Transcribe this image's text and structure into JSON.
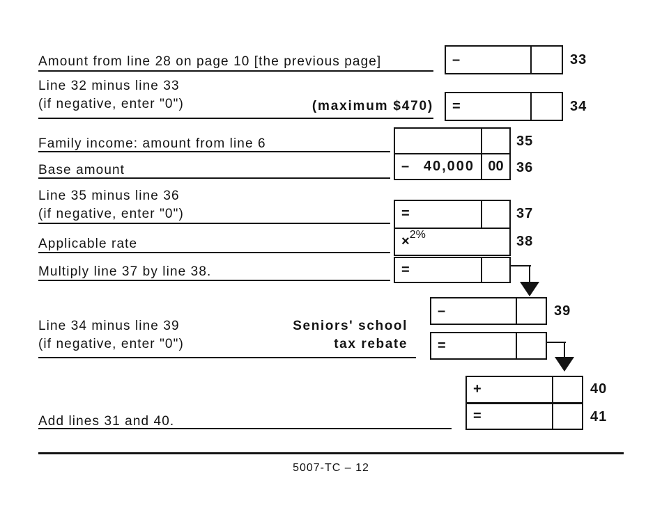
{
  "doc": {
    "footer_text": "5007-TC – 12"
  },
  "lines": {
    "l33": {
      "label": "Amount from line 28 on page 10 [the previous page]",
      "operator": "–",
      "num": "33"
    },
    "l34": {
      "label_line1": "Line 32 minus line 33",
      "label_line2": "(if negative, enter \"0\")",
      "max_note": "(maximum $470)",
      "operator": "=",
      "num": "34"
    },
    "l35": {
      "label": "Family income: amount from line 6",
      "num": "35"
    },
    "l36": {
      "label": "Base amount",
      "operator": "–",
      "dollars": "40,000",
      "cents": "00",
      "num": "36"
    },
    "l37": {
      "label_line1": "Line 35 minus line 36",
      "label_line2": "(if negative, enter \"0\")",
      "operator": "=",
      "num": "37"
    },
    "l38": {
      "label": "Applicable rate",
      "operator": "×",
      "rate": "2%",
      "num": "38"
    },
    "l38result": {
      "label": "Multiply line 37 by line 38.",
      "operator": "="
    },
    "l39": {
      "label_line1": "Line 34 minus line 39",
      "label_line2": "(if negative, enter \"0\")",
      "bold_line1": "Seniors' school",
      "bold_line2": "tax rebate",
      "operator": "–",
      "num": "39"
    },
    "l39result": {
      "operator": "="
    },
    "l40": {
      "operator": "+",
      "num": "40"
    },
    "l41": {
      "label": "Add lines 31 and 40.",
      "operator": "=",
      "num": "41"
    }
  }
}
